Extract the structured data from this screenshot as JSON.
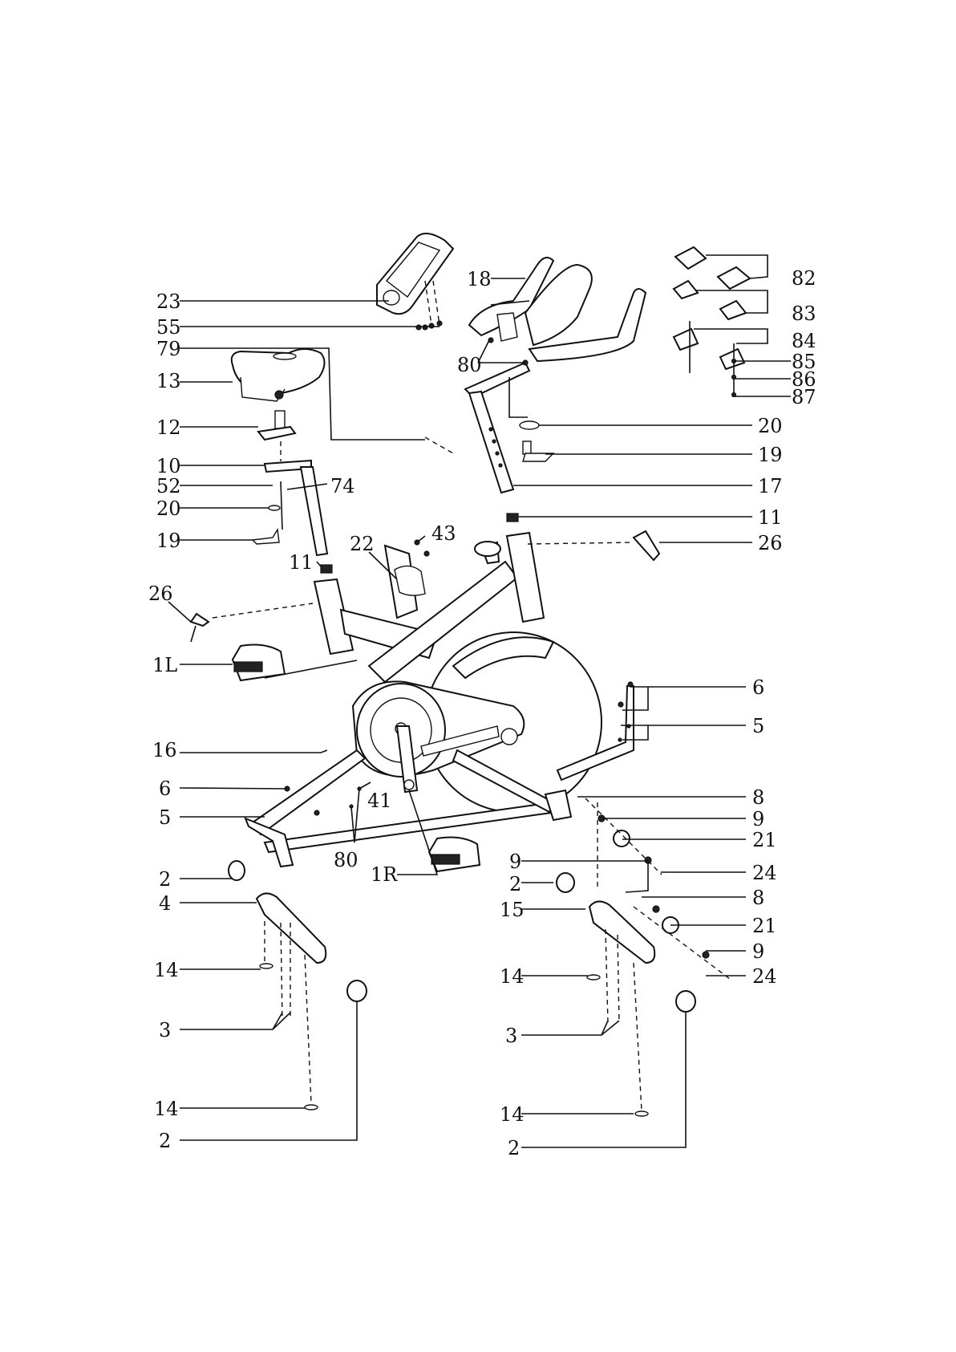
{
  "diagram": {
    "callouts": [
      {
        "id": "82",
        "text": "82"
      },
      {
        "id": "83",
        "text": "83"
      },
      {
        "id": "84",
        "text": "84"
      },
      {
        "id": "85",
        "text": "85"
      },
      {
        "id": "86",
        "text": "86"
      },
      {
        "id": "87",
        "text": "87"
      },
      {
        "id": "23",
        "text": "23"
      },
      {
        "id": "55",
        "text": "55"
      },
      {
        "id": "79",
        "text": "79"
      },
      {
        "id": "13",
        "text": "13"
      },
      {
        "id": "12",
        "text": "12"
      },
      {
        "id": "10",
        "text": "10"
      },
      {
        "id": "52",
        "text": "52"
      },
      {
        "id": "74",
        "text": "74"
      },
      {
        "id": "20-left",
        "text": "20"
      },
      {
        "id": "19-left",
        "text": "19"
      },
      {
        "id": "11-left",
        "text": "11"
      },
      {
        "id": "26-left",
        "text": "26"
      },
      {
        "id": "1L",
        "text": "1L"
      },
      {
        "id": "16",
        "text": "16"
      },
      {
        "id": "6-left",
        "text": "6"
      },
      {
        "id": "5-left",
        "text": "5"
      },
      {
        "id": "41",
        "text": "41"
      },
      {
        "id": "80-bottom",
        "text": "80"
      },
      {
        "id": "1R",
        "text": "1R"
      },
      {
        "id": "2-a",
        "text": "2"
      },
      {
        "id": "4",
        "text": "4"
      },
      {
        "id": "14-a",
        "text": "14"
      },
      {
        "id": "3-a",
        "text": "3"
      },
      {
        "id": "14-b",
        "text": "14"
      },
      {
        "id": "2-b",
        "text": "2"
      },
      {
        "id": "18",
        "text": "18"
      },
      {
        "id": "80-top",
        "text": "80"
      },
      {
        "id": "22",
        "text": "22"
      },
      {
        "id": "43",
        "text": "43"
      },
      {
        "id": "20-right",
        "text": "20"
      },
      {
        "id": "19-right",
        "text": "19"
      },
      {
        "id": "17",
        "text": "17"
      },
      {
        "id": "11-right",
        "text": "11"
      },
      {
        "id": "26-right",
        "text": "26"
      },
      {
        "id": "6-right",
        "text": "6"
      },
      {
        "id": "5-right",
        "text": "5"
      },
      {
        "id": "8-a",
        "text": "8"
      },
      {
        "id": "9-a",
        "text": "9"
      },
      {
        "id": "21-a",
        "text": "21"
      },
      {
        "id": "9-b",
        "text": "9"
      },
      {
        "id": "24-a",
        "text": "24"
      },
      {
        "id": "2-c",
        "text": "2"
      },
      {
        "id": "15",
        "text": "15"
      },
      {
        "id": "8-b",
        "text": "8"
      },
      {
        "id": "21-b",
        "text": "21"
      },
      {
        "id": "9-c",
        "text": "9"
      },
      {
        "id": "24-b",
        "text": "24"
      },
      {
        "id": "14-c",
        "text": "14"
      },
      {
        "id": "3-b",
        "text": "3"
      },
      {
        "id": "14-d",
        "text": "14"
      },
      {
        "id": "2-d",
        "text": "2"
      }
    ]
  }
}
